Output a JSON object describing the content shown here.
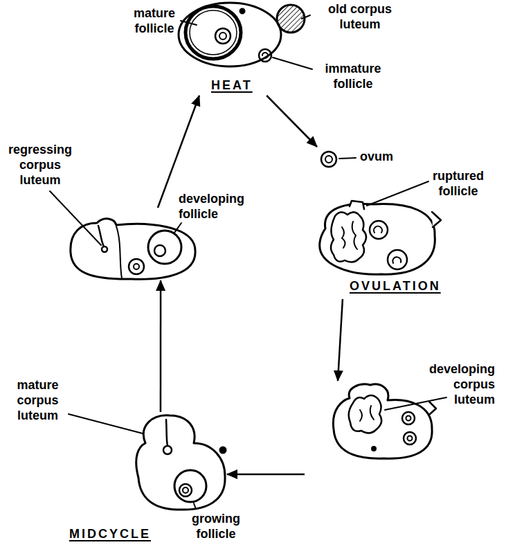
{
  "diagram": {
    "nodes": [
      {
        "text": [
          "mature follicle",
          "old corpus luteum",
          "immature follicle",
          "HEAT"
        ]
      },
      {
        "text": [
          "ovum",
          "ruptured follicle",
          "OVULATION"
        ]
      },
      {
        "text": [
          "developing corpus luteum"
        ]
      },
      {
        "text": [
          "mature corpus luteum",
          "growing follicle",
          "MIDCYCLE"
        ]
      },
      {
        "text": [
          "regressing corpus luteum",
          "developing follicle"
        ]
      }
    ],
    "edges": [
      {
        "from": 0,
        "to": 1,
        "arrow": "to"
      },
      {
        "from": 1,
        "to": 2,
        "arrow": "to"
      },
      {
        "from": 2,
        "to": 3,
        "arrow": "to"
      },
      {
        "from": 3,
        "to": 4,
        "arrow": "to"
      },
      {
        "from": 4,
        "to": 0,
        "arrow": "to"
      }
    ]
  }
}
